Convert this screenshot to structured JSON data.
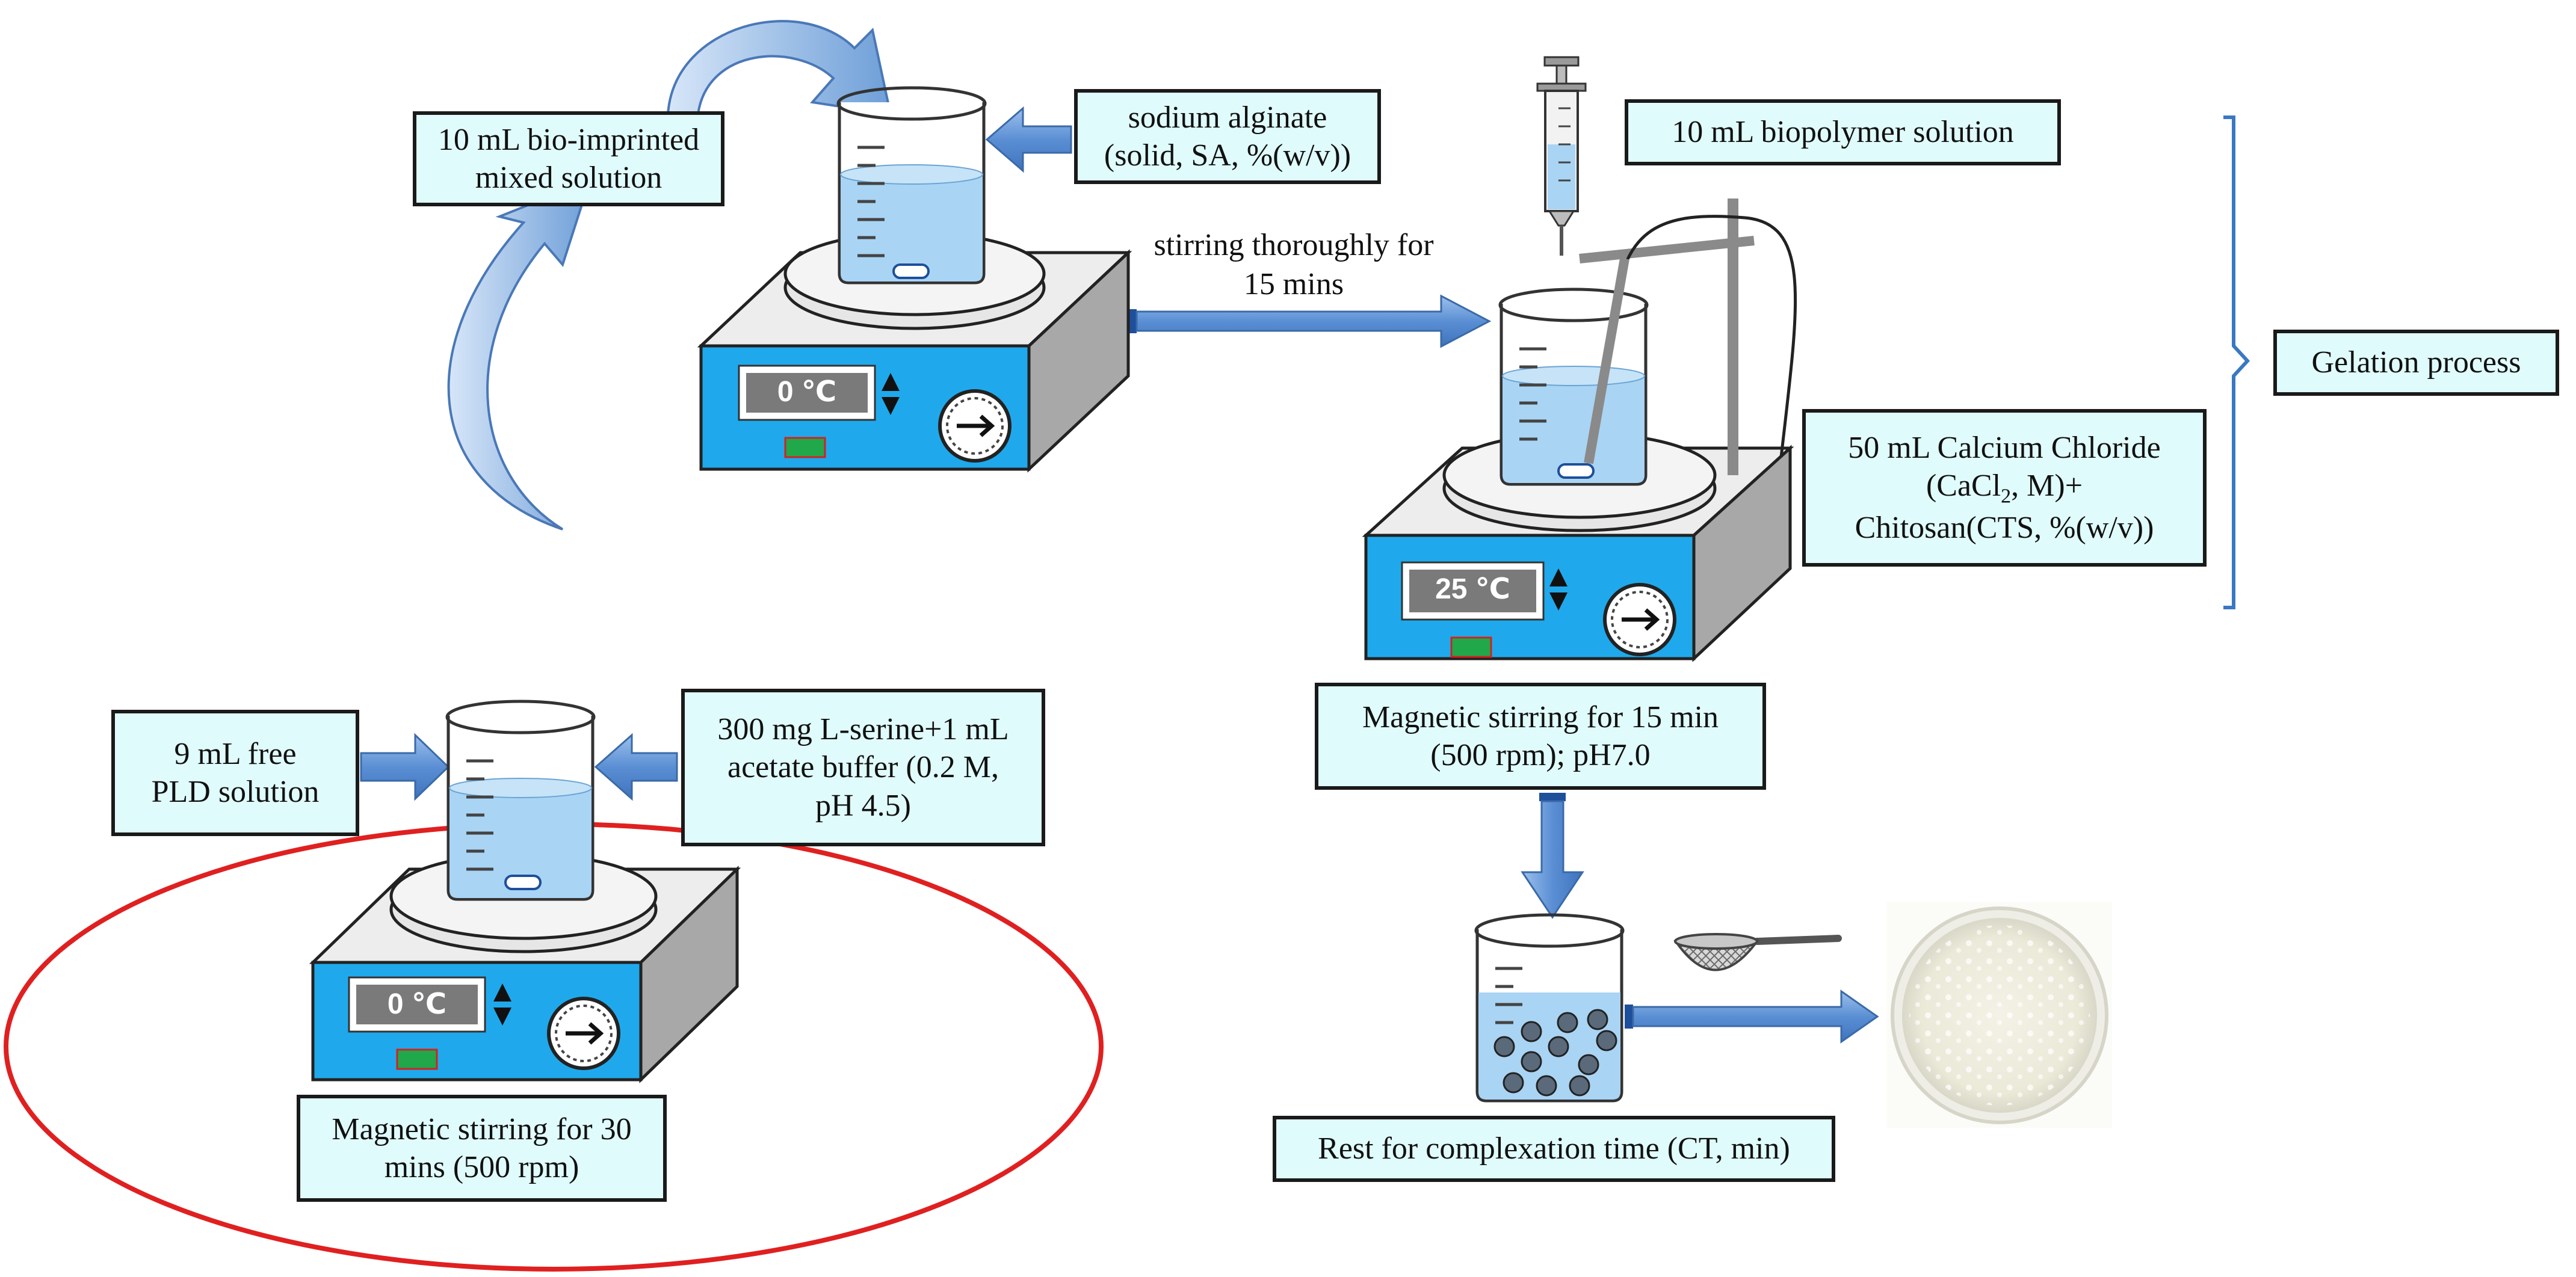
{
  "labels": {
    "bio_imprinted": {
      "line1": "10 mL bio-imprinted",
      "line2": "mixed solution"
    },
    "sodium_alginate": {
      "line1": "sodium alginate",
      "line2": "(solid, SA, %(w/v))"
    },
    "stirring_thoroughly": {
      "line1": "stirring thoroughly for",
      "line2": "15 mins"
    },
    "biopolymer": "10 mL biopolymer solution",
    "gelation": "Gelation process",
    "calcium_chloride": {
      "line1": "50 mL Calcium Chloride",
      "line2_prefix": "(CaCl",
      "line2_sub": "2",
      "line2_suffix": ", M)+",
      "line3": "Chitosan(CTS, %(w/v))"
    },
    "magnetic_15": {
      "line1": "Magnetic stirring for 15 min",
      "line2": "(500 rpm); pH7.0"
    },
    "free_pld": {
      "line1": "9 mL free",
      "line2": "PLD solution"
    },
    "l_serine": {
      "line1": "300 mg L-serine+1 mL",
      "line2": "acetate buffer (0.2 M,",
      "line3": "pH 4.5)"
    },
    "magnetic_30": {
      "line1": "Magnetic stirring for 30",
      "line2": "mins (500 rpm)"
    },
    "rest": "Rest for complexation time (CT, min)"
  },
  "stirrer_readouts": {
    "top": "0 ℃",
    "right": "25 ℃",
    "left": "0 ℃"
  },
  "colors": {
    "stirrer_front": "#1fa9ec",
    "stirrer_top": "#ededed",
    "stirrer_side": "#a8a8a8",
    "display_bg": "#7a7a7a",
    "indicator_green": "#20a84a",
    "liquid": "#a9d4f4",
    "arrow_fill": "#5b8fd4",
    "label_bg": "#e0fbfb",
    "ellipse": "#e02020",
    "bracket": "#3a78c2"
  }
}
